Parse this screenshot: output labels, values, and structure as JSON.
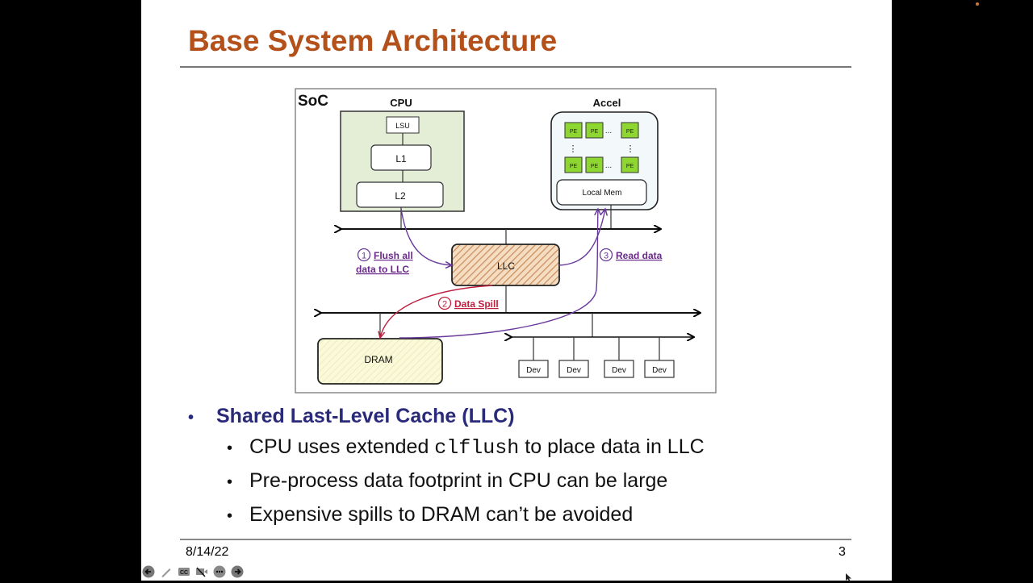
{
  "slide": {
    "title": "Base System Architecture",
    "date": "8/14/22",
    "page_number": "3",
    "title_color": "#b4501a",
    "bullet_color": "#2a2a7a"
  },
  "diagram": {
    "soc_label": "SoC",
    "cpu": {
      "label": "CPU",
      "lsu": "LSU",
      "l1": "L1",
      "l2": "L2"
    },
    "accel": {
      "label": "Accel",
      "pe": "PE",
      "ellipsis": "...",
      "vdots": "⋮",
      "local_mem": "Local Mem"
    },
    "llc": "LLC",
    "dram": "DRAM",
    "devices": [
      "Dev",
      "Dev",
      "Dev",
      "Dev"
    ],
    "steps": [
      {
        "num": "1",
        "line1": "Flush all",
        "line2": "data to LLC",
        "color": "#6a2a8a"
      },
      {
        "num": "2",
        "line1": "Data Spill",
        "color": "#c02040"
      },
      {
        "num": "3",
        "line1": "Read data",
        "color": "#6a2a8a"
      }
    ]
  },
  "bullets": {
    "heading": "Shared Last-Level Cache (LLC)",
    "items": [
      {
        "pre": "CPU uses extended ",
        "code": "clflush",
        "post": " to place data in LLC"
      },
      {
        "pre": "Pre-process data footprint in CPU can be large"
      },
      {
        "pre": "Expensive spills to DRAM can’t be avoided"
      }
    ]
  },
  "controls": {
    "prev": "previous-slide",
    "pen": "pen",
    "captions": "CC",
    "video": "video-off",
    "more": "more",
    "next": "next-slide"
  }
}
